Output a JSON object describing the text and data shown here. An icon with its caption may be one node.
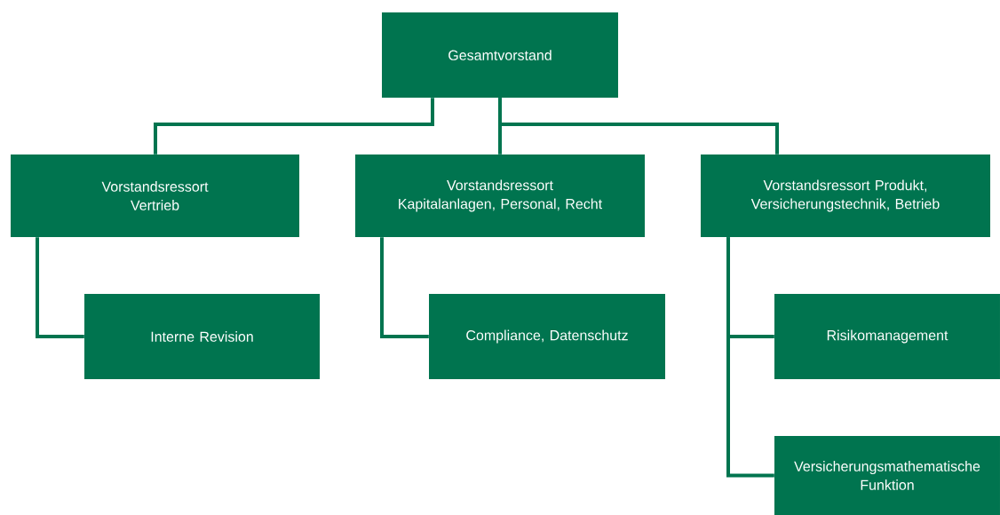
{
  "diagram": {
    "nodes": [
      {
        "text": [
          "Gesamtvorstand"
        ]
      },
      {
        "text": [
          "Vorstandsressort Vertrieb"
        ]
      },
      {
        "text": [
          "Vorstandsressort Kapitalanlagen, Personal, Recht"
        ]
      },
      {
        "text": [
          "Vorstandsressort Produkt, Versicherungstechnik, Betrieb"
        ]
      },
      {
        "text": [
          "Interne Revision"
        ]
      },
      {
        "text": [
          "Compliance, Datenschutz"
        ]
      },
      {
        "text": [
          "Risikomanagement"
        ]
      },
      {
        "text": [
          "Versicherungsmathematische Funktion"
        ]
      }
    ],
    "edges": [
      {
        "from": 0,
        "to": 1,
        "arrow": "none"
      },
      {
        "from": 0,
        "to": 2,
        "arrow": "none"
      },
      {
        "from": 0,
        "to": 3,
        "arrow": "none"
      },
      {
        "from": 1,
        "to": 4,
        "arrow": "none"
      },
      {
        "from": 2,
        "to": 5,
        "arrow": "none"
      },
      {
        "from": 3,
        "to": 6,
        "arrow": "none"
      },
      {
        "from": 3,
        "to": 7,
        "arrow": "none"
      }
    ]
  }
}
